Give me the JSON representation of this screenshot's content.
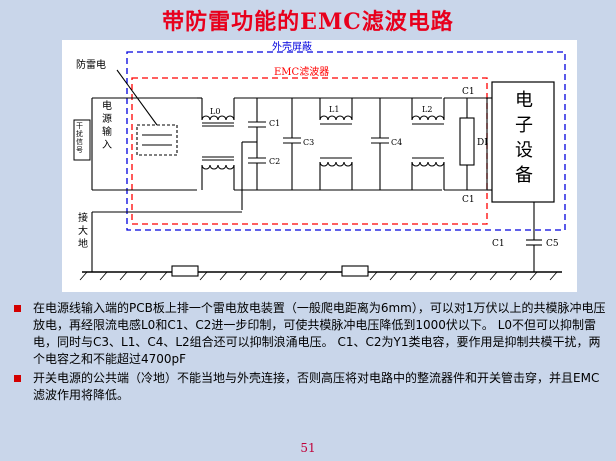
{
  "title": "带防雷功能的EMC滤波电路",
  "diagram": {
    "outer_shield_label": "外壳屏蔽",
    "emc_filter_label": "EMC滤波器",
    "surge_protector_label": "防雷电",
    "power_input_label": "电\n源\n输\n入",
    "interference_label": "干\n扰\n信\n号",
    "ground_label": "接\n大\n地",
    "device_label": "电\n子\n设\n备",
    "di_label": "DI",
    "components": [
      "L0",
      "C1",
      "C2",
      "C3",
      "L1",
      "C4",
      "L2",
      "C1",
      "C1",
      "C1",
      "C5"
    ]
  },
  "bullets": [
    "在电源线输入端的PCB板上排一个雷电放电装置（一般爬电距离为6mm），可以对1万伏以上的共模脉冲电压放电，再经限流电感L0和C1、C2进一步印制，可使共模脉冲电压降低到1000伏以下。 L0不但可以抑制雷电，同时与C3、L1、C4、L2组合还可以抑制浪涌电压。 C1、C2为Y1类电容，要作用是抑制共模干扰，两个电容之和不能超过4700pF",
    "开关电源的公共端（冷地）不能当地与外壳连接，否则高压将对电路中的整流器件和开关管击穿，并且EMC滤波作用将降低。"
  ],
  "page_number": "51",
  "colors": {
    "title": "#e8001c",
    "outer_shield": "#0000dd",
    "emc_filter": "#ff0000",
    "bullet": "#d40000",
    "background": "#c9d6ea"
  }
}
